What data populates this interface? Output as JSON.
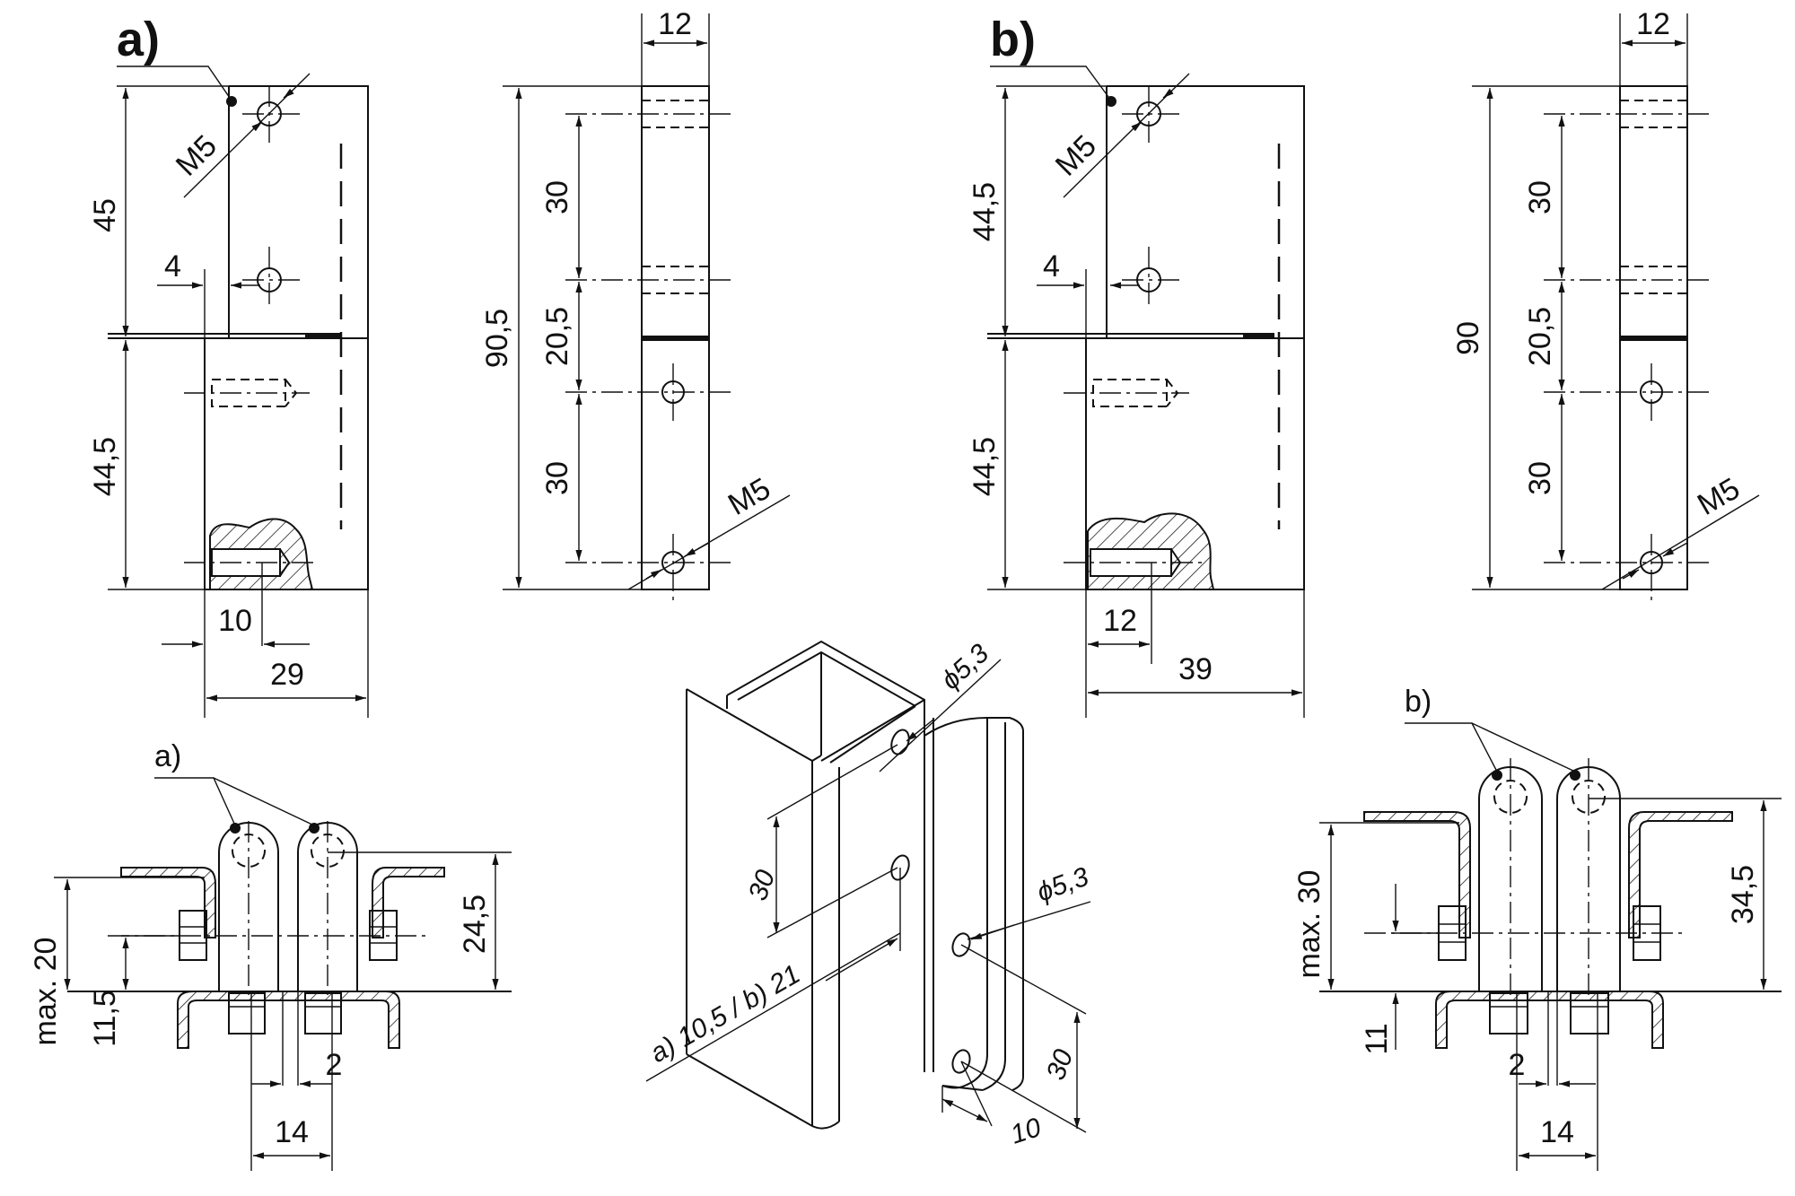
{
  "labels": {
    "view_a": "a)",
    "view_b": "b)",
    "detail_a": "a)",
    "detail_b": "b)"
  },
  "view_a": {
    "thread_top": "M5",
    "height_top": "45",
    "height_bottom": "44,5",
    "offset": "4",
    "slot_width": "10",
    "total_width": "29"
  },
  "side_a": {
    "width": "12",
    "total_height": "90,5",
    "pitch_top": "30",
    "pitch_mid": "20,5",
    "pitch_bottom": "30",
    "thread": "M5"
  },
  "view_b": {
    "thread_top": "M5",
    "height_top": "44,5",
    "height_bottom": "44,5",
    "offset": "4",
    "slot_width": "12",
    "total_width": "39"
  },
  "side_b": {
    "width": "12",
    "total_height": "90",
    "pitch_top": "30",
    "pitch_mid": "20,5",
    "pitch_bottom": "30",
    "thread": "M5"
  },
  "detail_a": {
    "max_height": "max. 20",
    "bolt_height": "11,5",
    "overall_height": "24,5",
    "gap": "2",
    "width": "14"
  },
  "detail_b": {
    "max_height": "max. 30",
    "bolt_height": "11",
    "overall_height": "34,5",
    "gap": "2",
    "width": "14"
  },
  "profile": {
    "hole_dia_1": "ϕ5,3",
    "hole_dia_2": "ϕ5,3",
    "pitch_1": "30",
    "pitch_2": "30",
    "edge_distance": "a) 10,5 / b) 21",
    "edge_offset": "10"
  }
}
